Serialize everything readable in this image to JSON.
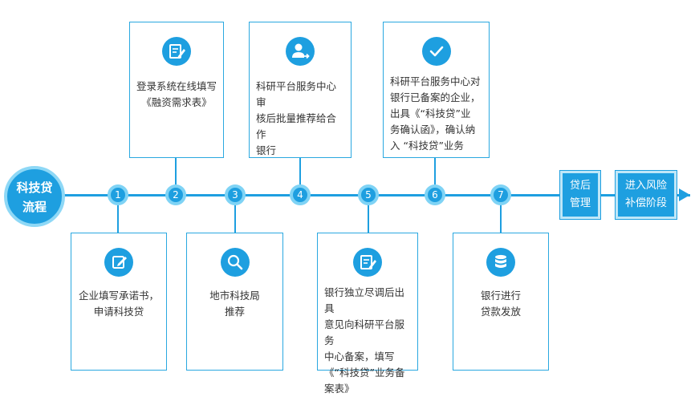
{
  "start": {
    "line1": "科技贷",
    "line2": "流程"
  },
  "steps": [
    {
      "number": "1",
      "text": "企业填写承诺书，\n申请科技贷",
      "icon": "edit-square-icon"
    },
    {
      "number": "2",
      "text": "登录系统在线填写\n《融资需求表》",
      "icon": "document-edit-icon"
    },
    {
      "number": "3",
      "text": "地市科技局\n推荐",
      "icon": "search-icon"
    },
    {
      "number": "4",
      "text": "科研平台服务中心审\n核后批量推荐给合作\n银行",
      "icon": "user-forward-icon"
    },
    {
      "number": "5",
      "text": "银行独立尽调后出具\n意见向科研平台服务\n中心备案，填写\n《“科技贷”业务备\n案表》",
      "icon": "document-edit-icon"
    },
    {
      "number": "6",
      "text": "科研平台服务中心对\n银行已备案的企业，\n出具《“科技贷”业\n务确认函》，确认纳\n入 “科技贷”业务",
      "icon": "check-icon"
    },
    {
      "number": "7",
      "text": "银行进行\n贷款发放",
      "icon": "database-icon"
    }
  ],
  "tail": [
    {
      "text": "贷后\n管理"
    },
    {
      "text": "进入风险\n补偿阶段"
    }
  ],
  "colors": {
    "accent": "#1e9fe0",
    "ring": "#7fd3f5",
    "card_border": "#2aa8e0"
  }
}
